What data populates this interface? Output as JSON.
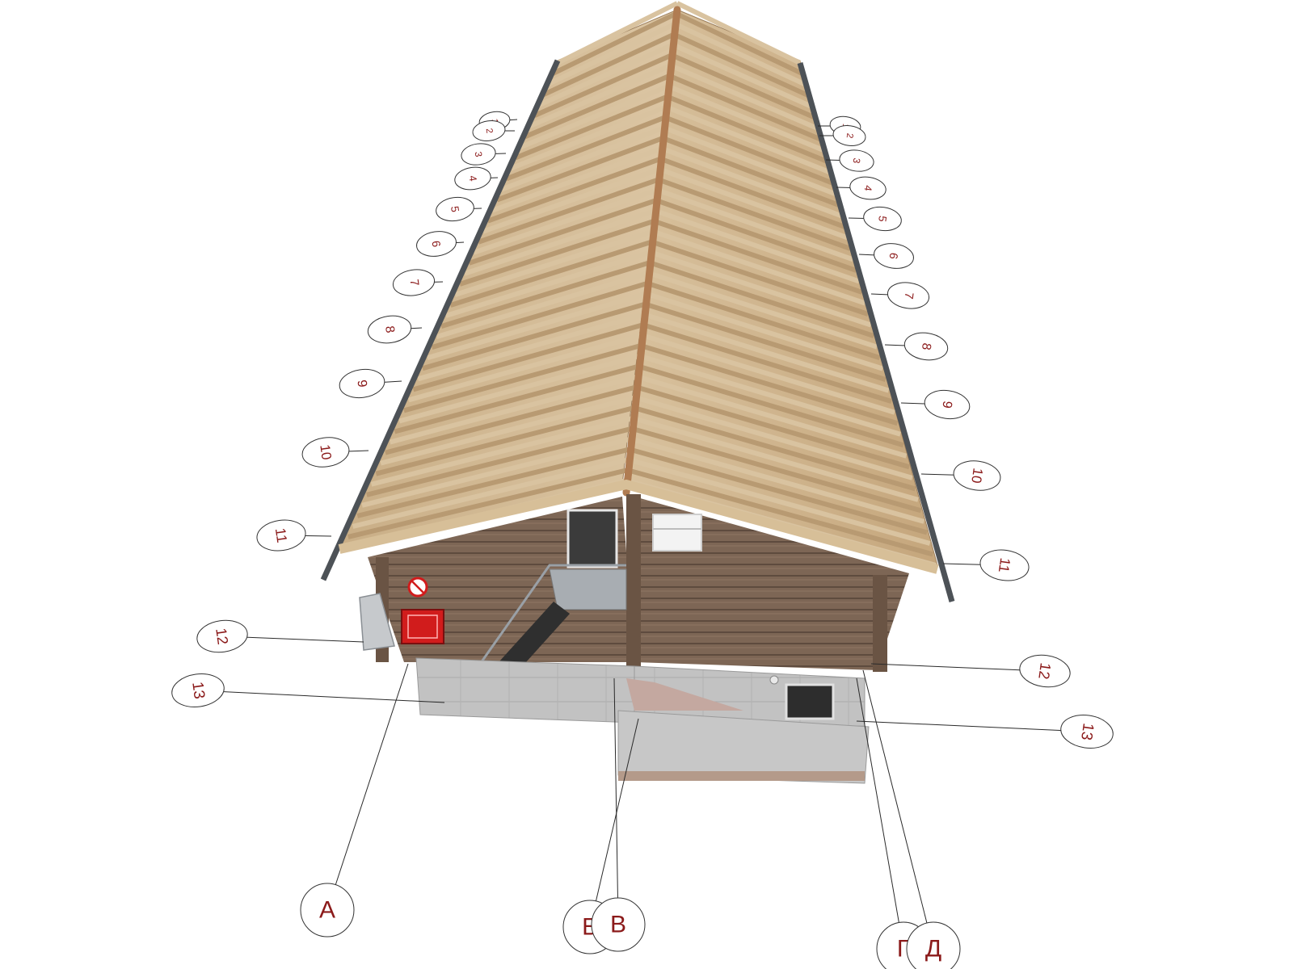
{
  "colors": {
    "rafter_light": "#d9c3a0",
    "rafter_dark": "#b89a72",
    "ridge": "#b07c52",
    "wall": "#7d6655",
    "wall_line": "#5e4b3e",
    "foundation": "#bdbdbd",
    "gutter": "#4d5257",
    "label_text": "#8b1a1a",
    "fire_cabinet": "#d11c1c"
  },
  "icons": {
    "fire_cabinet": "fire-cabinet-icon",
    "no_smoking": "no-smoking-sign-icon"
  },
  "axis_labels": {
    "left": [
      "1",
      "2",
      "3",
      "4",
      "5",
      "6",
      "7",
      "8",
      "9",
      "10",
      "11",
      "12",
      "13"
    ],
    "right": [
      "1",
      "2",
      "3",
      "4",
      "5",
      "6",
      "7",
      "8",
      "9",
      "10",
      "11",
      "12",
      "13"
    ],
    "bottom": [
      "А",
      "Б",
      "В",
      "Г",
      "Д"
    ]
  }
}
